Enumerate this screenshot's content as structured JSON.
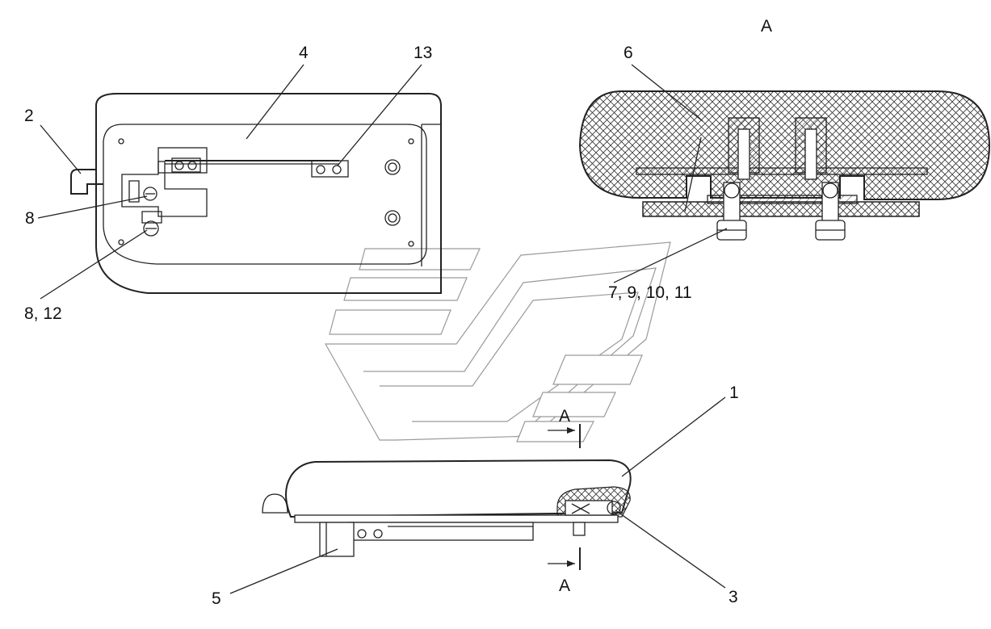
{
  "callouts": {
    "c1": "1",
    "c2": "2",
    "c3": "3",
    "c4": "4",
    "c5": "5",
    "c6": "6",
    "c7": "7, 9, 10, 11",
    "c8": "8",
    "c8b": "8, 12",
    "c13": "13"
  },
  "section": {
    "view_title": "A",
    "mark_top": "A",
    "mark_bottom": "A"
  }
}
